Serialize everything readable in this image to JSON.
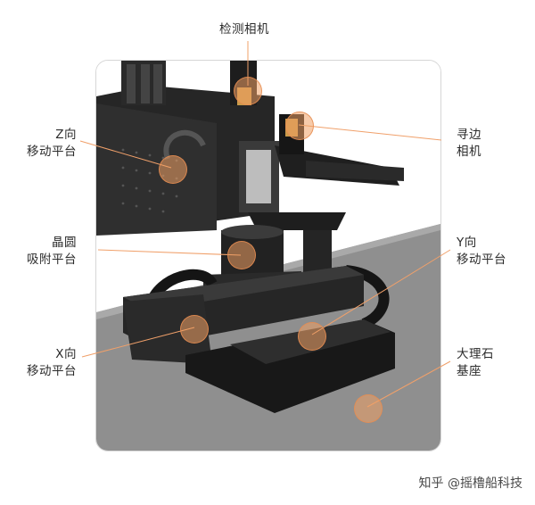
{
  "labels": {
    "camera_top": "检测相机",
    "edge_camera": [
      "寻边",
      "相机"
    ],
    "z_stage": [
      "Z向",
      "移动平台"
    ],
    "wafer_chuck": [
      "晶圆",
      "吸附平台"
    ],
    "y_stage": [
      "Y向",
      "移动平台"
    ],
    "x_stage": [
      "X向",
      "移动平台"
    ],
    "granite_base": [
      "大理石",
      "基座"
    ]
  },
  "watermark": "知乎 @摇橹船科技",
  "colors": {
    "leader": "#f0a06a",
    "hotspot_fill": "rgba(240,160,100,0.55)",
    "machine_dark": "#1c1c1c",
    "floor": "#8e8e8e"
  }
}
